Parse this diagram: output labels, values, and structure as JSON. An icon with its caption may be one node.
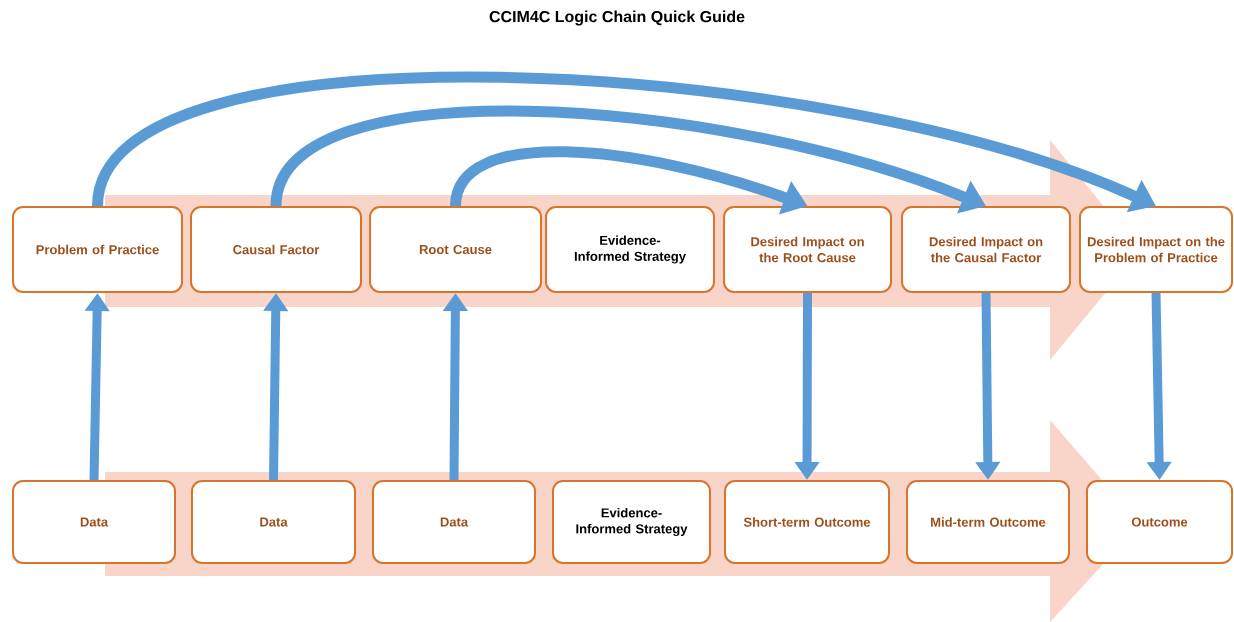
{
  "diagram": {
    "title": "CCIM4C Logic Chain Quick Guide",
    "nodes": [
      {
        "text": [
          "Problem of Practice"
        ]
      },
      {
        "text": [
          "Causal Factor"
        ]
      },
      {
        "text": [
          "Root Cause"
        ]
      },
      {
        "text": [
          "Evidence-Informed Strategy"
        ]
      },
      {
        "text": [
          "Desired Impact on the Root Cause"
        ]
      },
      {
        "text": [
          "Desired Impact on the Causal Factor"
        ]
      },
      {
        "text": [
          "Desired Impact on the Problem of Practice"
        ]
      },
      {
        "text": [
          "Data"
        ]
      },
      {
        "text": [
          "Data"
        ]
      },
      {
        "text": [
          "Data"
        ]
      },
      {
        "text": [
          "Evidence- Informed Strategy"
        ]
      },
      {
        "text": [
          "Short-term Outcome"
        ]
      },
      {
        "text": [
          "Mid-term Outcome"
        ]
      },
      {
        "text": [
          "Outcome"
        ]
      }
    ],
    "edges": [
      {
        "from": 7,
        "to": 0,
        "arrow": "to"
      },
      {
        "from": 8,
        "to": 1,
        "arrow": "to"
      },
      {
        "from": 9,
        "to": 2,
        "arrow": "to"
      },
      {
        "from": 0,
        "to": 6,
        "arrow": "to"
      },
      {
        "from": 1,
        "to": 5,
        "arrow": "to"
      },
      {
        "from": 2,
        "to": 4,
        "arrow": "to"
      },
      {
        "from": 4,
        "to": 11,
        "arrow": "to"
      },
      {
        "from": 5,
        "to": 12,
        "arrow": "to"
      },
      {
        "from": 6,
        "to": 13,
        "arrow": "to"
      }
    ]
  }
}
